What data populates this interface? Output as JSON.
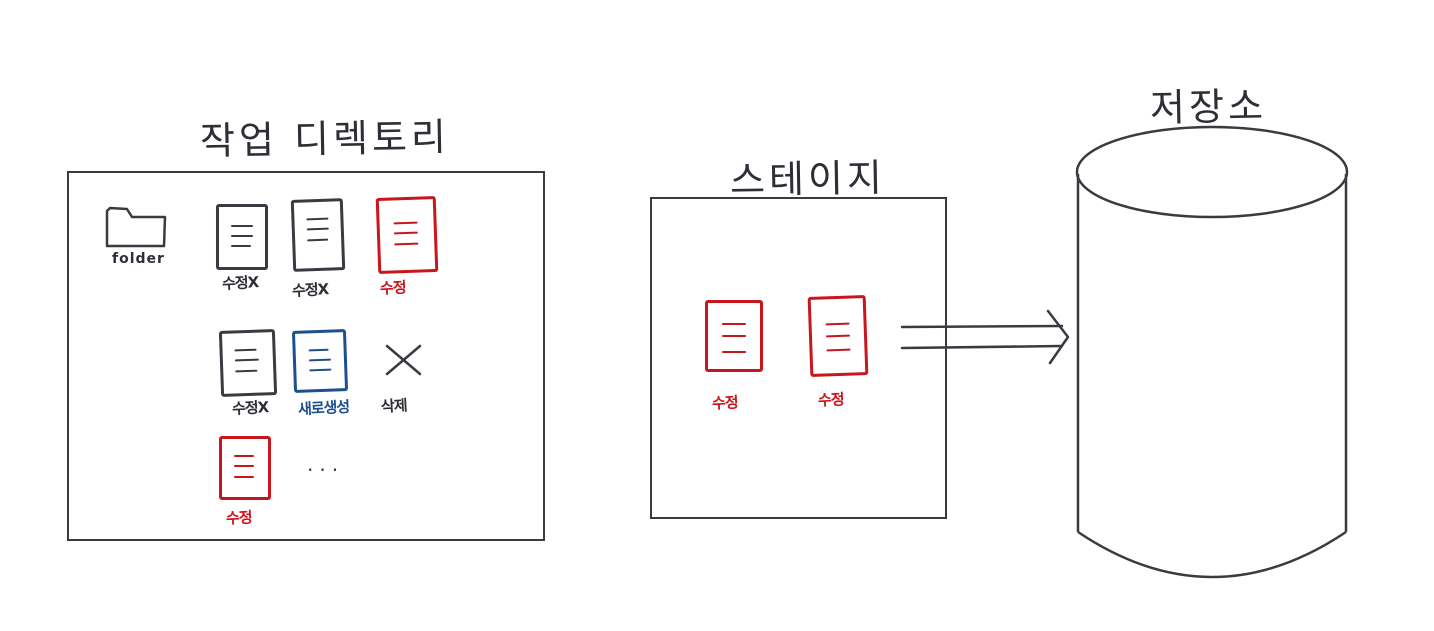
{
  "working_directory": {
    "title": "작업 디렉토리",
    "folder_label": "folder",
    "files": [
      {
        "label": "수정X",
        "color": "gray"
      },
      {
        "label": "수정X",
        "color": "gray"
      },
      {
        "label": "수정",
        "color": "red"
      },
      {
        "label": "수정X",
        "color": "gray"
      },
      {
        "label": "새로생성",
        "color": "blue"
      },
      {
        "label": "삭제",
        "color": "deleted"
      },
      {
        "label": "수정",
        "color": "red"
      }
    ],
    "ellipsis": "..."
  },
  "stage": {
    "title": "스테이지",
    "files": [
      {
        "label": "수정",
        "color": "red"
      },
      {
        "label": "수정",
        "color": "red"
      }
    ]
  },
  "repository": {
    "title": "저장소"
  },
  "colors": {
    "stroke": "#3a3a42",
    "modified": "#c8161d",
    "new": "#1d4f91"
  },
  "icons": [
    "folder-icon",
    "file-icon",
    "delete-x-icon",
    "double-arrow-icon",
    "database-cylinder-icon"
  ]
}
